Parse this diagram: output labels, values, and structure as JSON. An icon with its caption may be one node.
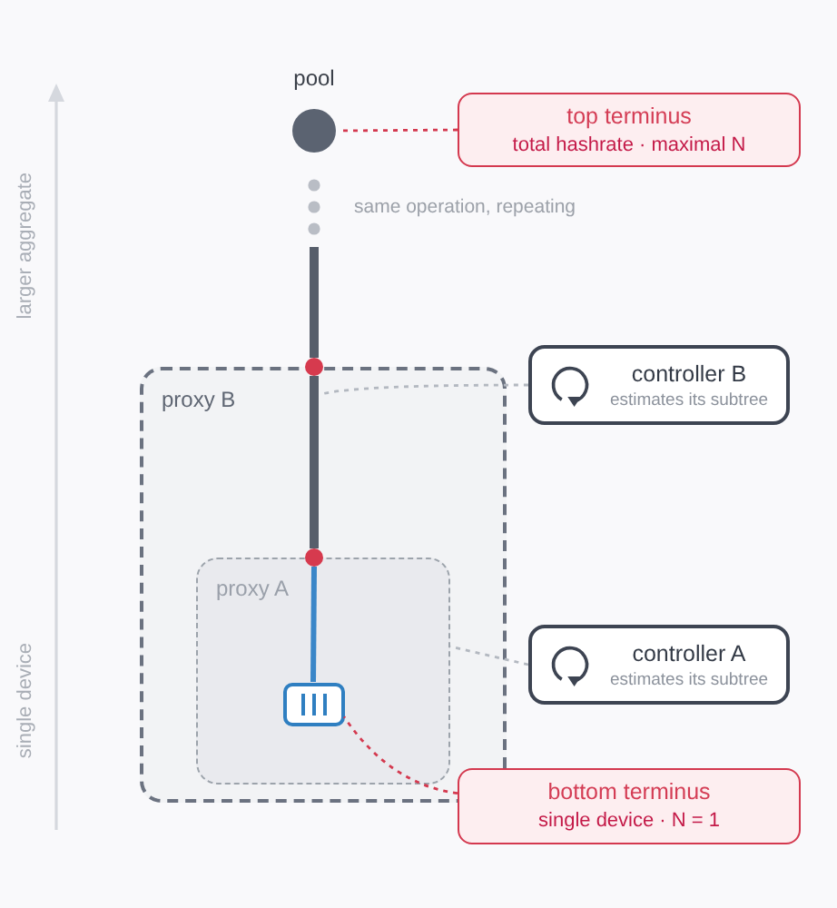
{
  "diagram": {
    "nodes": [
      {
        "text": [
          "pool"
        ]
      },
      {
        "text": [
          "top terminus",
          "total hashrate · maximal N"
        ]
      },
      {
        "text": [],
        "shape": "dots",
        "beside": [
          "same operation, repeating"
        ]
      },
      {
        "text": [],
        "shape": "circle"
      },
      {
        "text": [
          "proxy B"
        ]
      },
      {
        "text": [
          "controller B",
          "estimates its subtree"
        ]
      },
      {
        "text": [],
        "shape": "circle",
        "in": 4
      },
      {
        "text": [
          "proxy A"
        ],
        "in": 4
      },
      {
        "text": [],
        "shape": "box",
        "in": 7
      },
      {
        "text": [
          "controller A",
          "estimates its subtree"
        ]
      },
      {
        "text": [
          "bottom terminus",
          "single device · N = 1"
        ]
      }
    ],
    "edges": [
      {
        "from": 1,
        "to": 0,
        "arrow": "none",
        "style": "dashed",
        "color": "#d4394f"
      },
      {
        "from": 2,
        "to": 3,
        "arrow": "none",
        "style": "thick",
        "color": "#575e6b"
      },
      {
        "from": 3,
        "to": 6,
        "arrow": "none",
        "style": "thick",
        "color": "#575e6b"
      },
      {
        "from": 6,
        "to": 8,
        "arrow": "none",
        "style": "thick",
        "color": "#3a86c8"
      },
      {
        "from": 5,
        "to": 4,
        "arrow": "none",
        "style": "dashed",
        "color": "#b3b8c0"
      },
      {
        "from": 9,
        "to": 7,
        "arrow": "none",
        "style": "dashed",
        "color": "#b3b8c0"
      },
      {
        "from": 10,
        "to": 8,
        "arrow": "none",
        "style": "dashed",
        "color": "#d4394f"
      }
    ],
    "labels": [
      "larger aggregate",
      "single device"
    ]
  }
}
